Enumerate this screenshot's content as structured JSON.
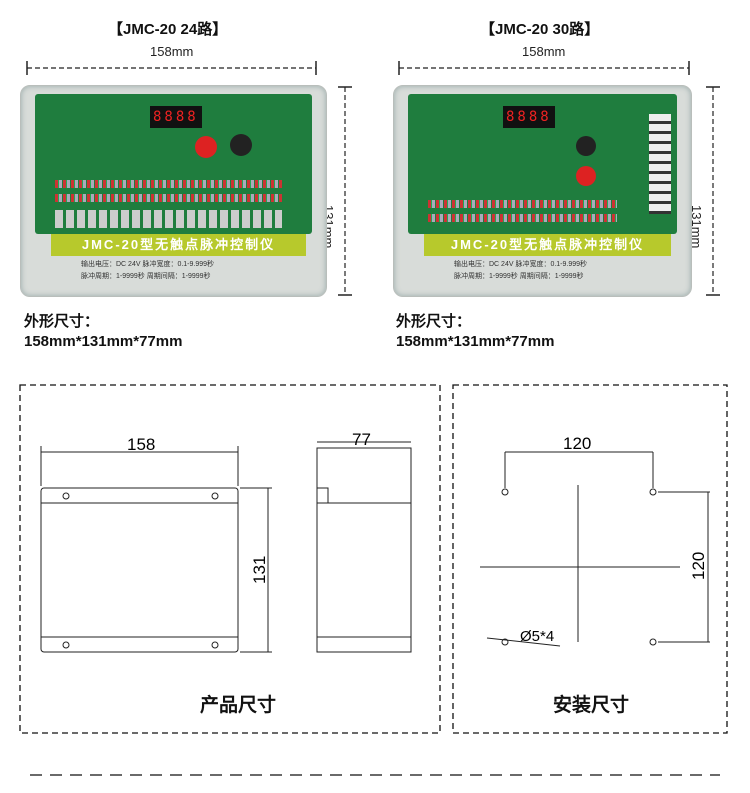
{
  "models": [
    {
      "title": "【JMC-20  24路】",
      "width_label": "158mm",
      "height_label": "131mm",
      "led": "8888",
      "strip": "JMC-20型无触点脉冲控制仪",
      "info_line1": "输出电压：DC 24V    脉冲宽度：0.1-9.999秒",
      "info_line2": "脉冲周期：1-9999秒   周期间隔：1-9999秒",
      "spec_label": "外形尺寸：",
      "spec_value": "158mm*131mm*77mm"
    },
    {
      "title": "【JMC-20  30路】",
      "width_label": "158mm",
      "height_label": "131mm",
      "led": "8888",
      "strip": "JMC-20型无触点脉冲控制仪",
      "info_line1": "输出电压：DC 24V    脉冲宽度：0.1-9.999秒",
      "info_line2": "脉冲周期：1-9999秒   周期间隔：1-9999秒",
      "spec_label": "外形尺寸：",
      "spec_value": "158mm*131mm*77mm"
    }
  ],
  "product_drawing": {
    "width": "158",
    "height": "131",
    "depth": "77",
    "caption": "产品尺寸"
  },
  "install_drawing": {
    "horizontal": "120",
    "vertical": "120",
    "hole": "Ø5*4",
    "caption": "安装尺寸"
  }
}
